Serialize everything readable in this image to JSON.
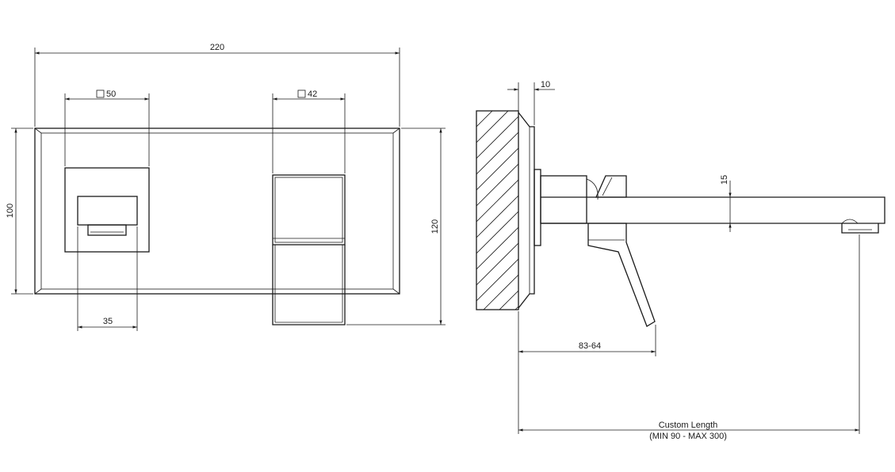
{
  "drawing": {
    "front_view": {
      "overall_width": "220",
      "overall_height": "100",
      "plate_height": "120",
      "left_body_size": "50",
      "right_body_size": "42",
      "offset": "35"
    },
    "side_view": {
      "wall_plate_thickness": "10",
      "spout_thickness": "15",
      "lever_reach": "83-64",
      "custom_length_label": "Custom Length",
      "custom_length_range": "(MIN 90 - MAX 300)"
    }
  }
}
